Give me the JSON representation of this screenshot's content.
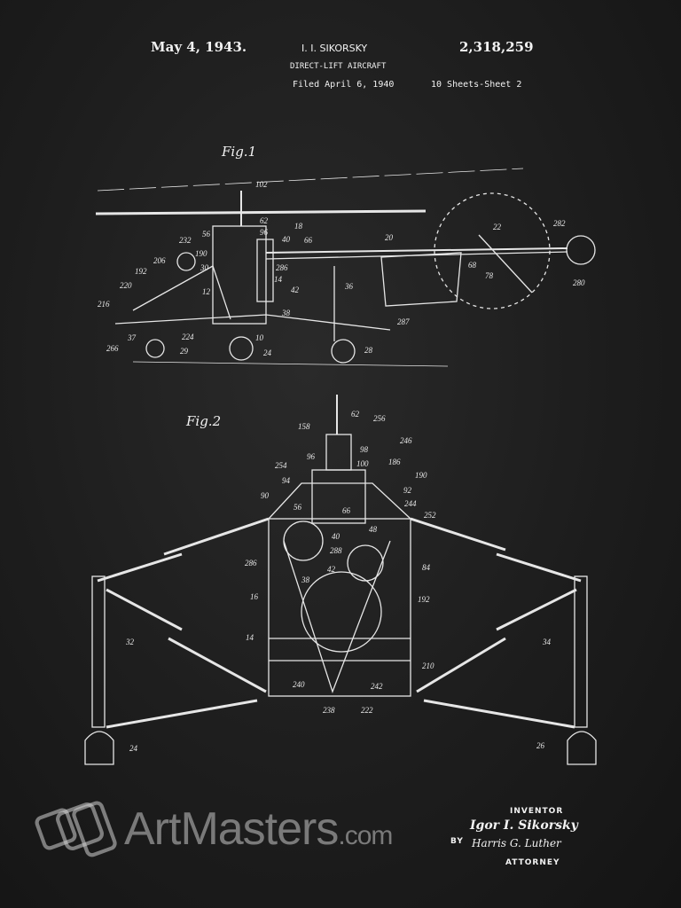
{
  "header": {
    "date": "May 4, 1943.",
    "inventor_name": "I. I. SIKORSKY",
    "patent_number": "2,318,259",
    "title": "DIRECT-LIFT AIRCRAFT",
    "filed": "Filed April 6, 1940",
    "sheets": "10 Sheets-Sheet 2"
  },
  "figures": {
    "fig1": "Fig.1",
    "fig2": "Fig.2"
  },
  "fig1_labels": [
    "102",
    "62",
    "56",
    "96",
    "40",
    "66",
    "18",
    "232",
    "190",
    "206",
    "30",
    "286",
    "14",
    "42",
    "192",
    "12",
    "220",
    "216",
    "38",
    "36",
    "20",
    "22",
    "282",
    "68",
    "78",
    "280",
    "287",
    "37",
    "224",
    "10",
    "266",
    "29",
    "24",
    "28"
  ],
  "fig2_labels": [
    "158",
    "62",
    "256",
    "246",
    "96",
    "98",
    "186",
    "254",
    "100",
    "94",
    "190",
    "92",
    "90",
    "56",
    "244",
    "252",
    "66",
    "48",
    "40",
    "288",
    "84",
    "286",
    "42",
    "38",
    "16",
    "192",
    "14",
    "32",
    "34",
    "210",
    "240",
    "242",
    "238",
    "222",
    "24",
    "26"
  ],
  "signature": {
    "inventor_label": "INVENTOR",
    "inventor": "Igor I. Sikorsky",
    "by": "BY",
    "attorney_sig": "Harris G. Luther",
    "attorney_label": "ATTORNEY"
  },
  "watermark": {
    "text": "ArtMasters",
    "suffix": ".com"
  },
  "colors": {
    "background": "#1c1c1c",
    "ink": "#f0f0f0"
  }
}
